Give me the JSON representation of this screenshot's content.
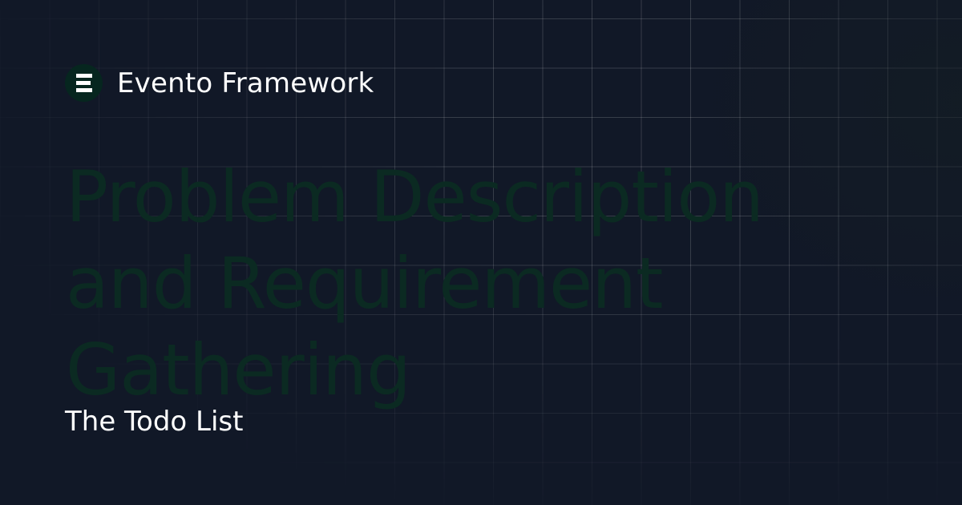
{
  "brand": {
    "name": "Evento Framework",
    "icon": "evento-logo-icon",
    "logo_bg": "#06261f"
  },
  "title": "Problem Description and Requirement Gathering",
  "subtitle": "The Todo List",
  "colors": {
    "background": "#111827",
    "title": "#0b2a22",
    "text": "#ffffff"
  }
}
